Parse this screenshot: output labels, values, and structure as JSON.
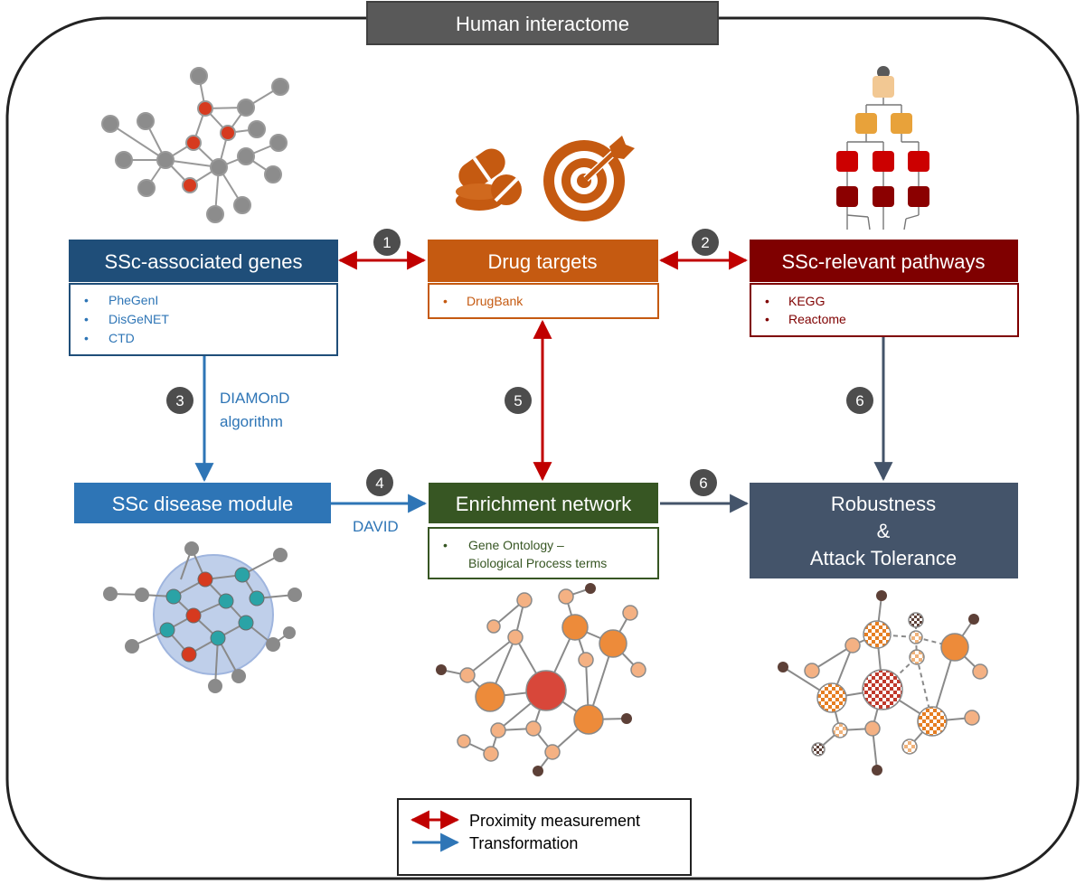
{
  "title": "Human interactome",
  "colors": {
    "red_arrow": "#c00000",
    "blue_arrow": "#2e75b6",
    "gray_arrow": "#44546a",
    "genes": "#1f4e79",
    "drug": "#c55a11",
    "pathways": "#7f0000",
    "module": "#2e75b6",
    "enrichment": "#375623",
    "robustness": "#44546a"
  },
  "boxes": {
    "genes": {
      "label": "SSc-associated genes",
      "items": [
        "PheGenI",
        "DisGeNET",
        "CTD"
      ]
    },
    "drug": {
      "label": "Drug targets",
      "items": [
        "DrugBank"
      ]
    },
    "pathways": {
      "label": "SSc-relevant pathways",
      "items": [
        "KEGG",
        "Reactome"
      ]
    },
    "module": {
      "label": "SSc disease module"
    },
    "enrichment": {
      "label": "Enrichment network",
      "items": [
        "Gene Ontology –",
        "Biological Process terms"
      ]
    },
    "robustness": {
      "label_lines": [
        "Robustness",
        "&",
        "Attack Tolerance"
      ]
    }
  },
  "badges": {
    "b1": "1",
    "b2": "2",
    "b3": "3",
    "b4": "4",
    "b5": "5",
    "b6a": "6",
    "b6b": "6"
  },
  "edge_labels": {
    "diamond_1": "DIAMOnD",
    "diamond_2": "algorithm",
    "david": "DAVID"
  },
  "legend": {
    "proximity": "Proximity measurement",
    "transformation": "Transformation"
  }
}
